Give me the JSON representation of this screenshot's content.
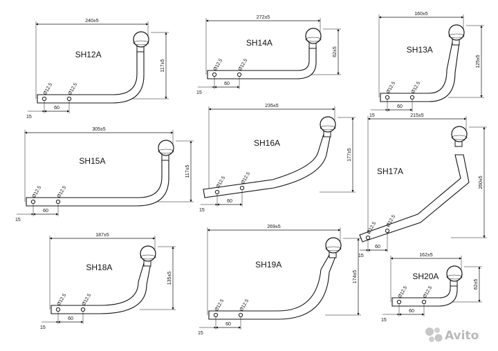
{
  "sheet": {
    "hole_label": "Ø12.5",
    "offset_label": "15",
    "pitch_label": "60",
    "hitches": [
      {
        "model": "SH12A",
        "length": "240±5",
        "height": "117±5"
      },
      {
        "model": "SH14A",
        "length": "272±5",
        "height": "62±5"
      },
      {
        "model": "SH13A",
        "length": "160±5",
        "height": "125±5"
      },
      {
        "model": "SH15A",
        "length": "305±5",
        "height": "117±5"
      },
      {
        "model": "SH16A",
        "length": "235±5",
        "height": "177±5"
      },
      {
        "model": "SH17A",
        "length": "215±5",
        "height": "260±5"
      },
      {
        "model": "SH18A",
        "length": "187±5",
        "height": "135±5"
      },
      {
        "model": "SH19A",
        "length": "269±5",
        "height": "174±5"
      },
      {
        "model": "SH20A",
        "length": "162±5",
        "height": "62±5"
      }
    ]
  },
  "watermark": {
    "brand": "Avito",
    "logo_icon": "avito-dots-logo-icon"
  }
}
